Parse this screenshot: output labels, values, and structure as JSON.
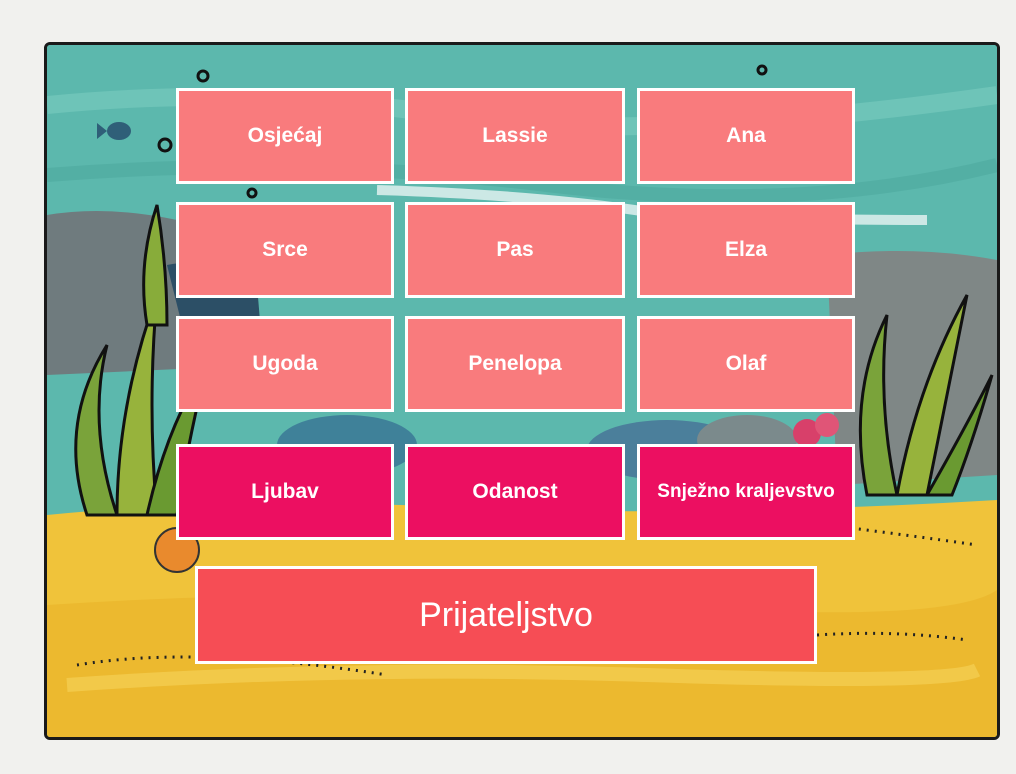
{
  "word_tiles": {
    "row1": [
      "Osjećaj",
      "Lassie",
      "Ana"
    ],
    "row2": [
      "Srce",
      "Pas",
      "Elza"
    ],
    "row3": [
      "Ugoda",
      "Penelopa",
      "Olaf"
    ]
  },
  "category_tiles": [
    "Ljubav",
    "Odanost",
    "Snježno kraljevstvo"
  ],
  "answer_tile": "Prijateljstvo",
  "colors": {
    "word_tile": "#f97b7d",
    "category_tile": "#ec0f61",
    "answer_tile": "#f64d55",
    "water": "#5fb9ae",
    "sand": "#f0c33a"
  }
}
